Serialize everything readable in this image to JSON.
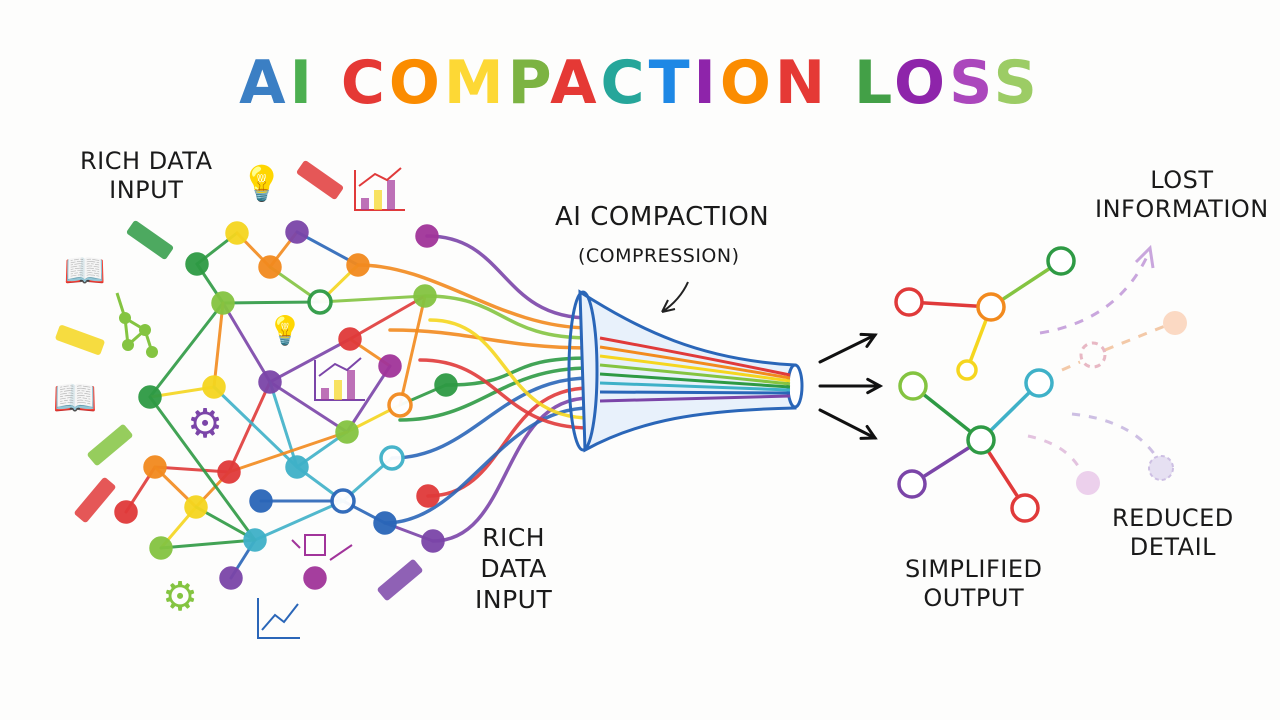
{
  "title": "AI COMPACTION LOSS",
  "title_colors": [
    "#3b7fc4",
    "#4caf50",
    "#ffffff",
    "#e53935",
    "#fb8c00",
    "#fdd835",
    "#7cb342",
    "#e53935",
    "#26a69a",
    "#1e88e5",
    "#8e24aa",
    "#fb8c00",
    "#e53935",
    "#ffffff",
    "#43a047",
    "#8e24aa",
    "#ab47bc",
    "#9ccc65"
  ],
  "labels": {
    "rich_input_top": [
      "RICH DATA",
      "INPUT"
    ],
    "rich_input_bottom": [
      "RICH",
      "DATA",
      "INPUT"
    ],
    "compaction": "AI COMPACTION",
    "compression": "(COMPRESSION)",
    "lost": [
      "LOST",
      "INFORMATION"
    ],
    "reduced": [
      "REDUCED",
      "DETAIL"
    ],
    "simplified": [
      "SIMPLIFIED",
      "OUTPUT"
    ]
  },
  "palette": {
    "red": "#e03a3a",
    "orange": "#f28a1e",
    "yellow": "#f5d61f",
    "green": "#2e9a44",
    "lightgreen": "#84c441",
    "teal": "#3fb1c8",
    "blue": "#2a66b8",
    "purple": "#7b45a8",
    "magenta": "#a1349a"
  }
}
